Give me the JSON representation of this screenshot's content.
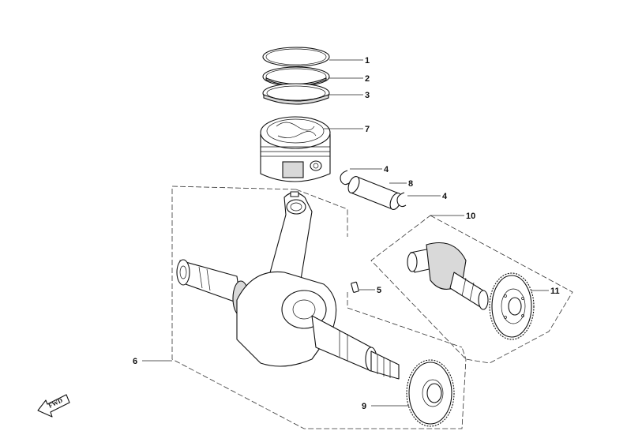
{
  "callouts": {
    "c1": "1",
    "c2": "2",
    "c3": "3",
    "c7": "7",
    "c4a": "4",
    "c8": "8",
    "c4b": "4",
    "c10": "10",
    "c5": "5",
    "c11": "11",
    "c6": "6",
    "c9": "9"
  },
  "direction_marker": {
    "label": "FWD"
  },
  "colors": {
    "line": "#111111",
    "background": "#ffffff"
  }
}
